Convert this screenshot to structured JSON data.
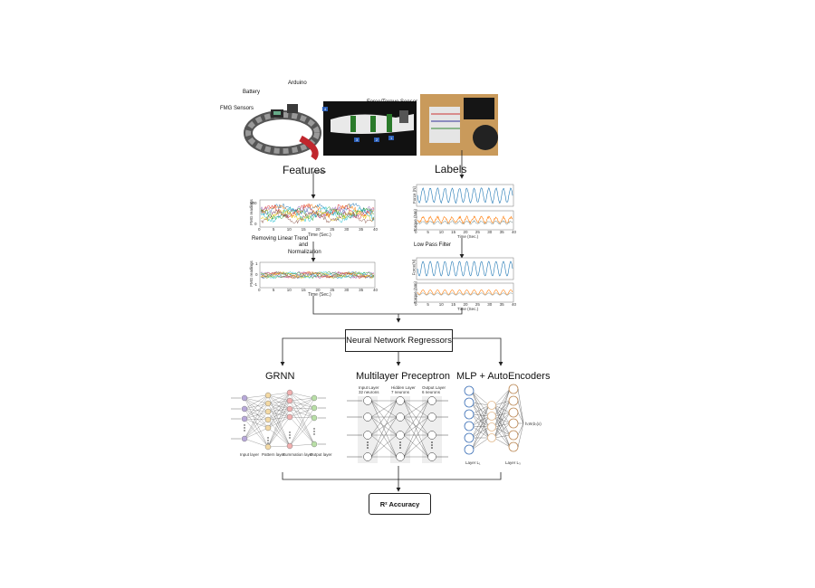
{
  "photos": {
    "band": {
      "labels": {
        "battery": "Battery",
        "arduino": "Arduino",
        "fmg": "FMG Sensors"
      }
    },
    "arm": {
      "labels": {
        "sensor": "Force/Torque Sensor"
      },
      "markers": [
        "4",
        "3",
        "2",
        "1"
      ]
    },
    "bench": {}
  },
  "stages": {
    "features": "Features",
    "labels": "Labels"
  },
  "plots": {
    "fmg_raw": {
      "ylabel": "FMG readings",
      "xlabel": "Time (Sec.)",
      "yticks": [
        "500",
        "0"
      ],
      "xticks": [
        "0",
        "5",
        "10",
        "15",
        "20",
        "25",
        "30",
        "35",
        "40"
      ]
    },
    "fmg_norm": {
      "ylabel": "FMG readings",
      "xlabel": "Time (Sec.)",
      "yticks": [
        "1",
        "0",
        "-1"
      ],
      "xticks": [
        "0",
        "5",
        "10",
        "15",
        "20",
        "25",
        "30",
        "35",
        "40"
      ]
    },
    "labels_raw": {
      "ylabel_top": "Force (N)",
      "ylabel_bottom": "Torque (Nm)",
      "xlabel": "Time (Sec.)",
      "xticks": [
        "0",
        "5",
        "10",
        "15",
        "20",
        "25",
        "30",
        "35",
        "40"
      ]
    },
    "labels_filtered": {
      "ylabel_top": "Force(N)",
      "ylabel_bottom": "Torque (Nm)",
      "xlabel": "Time (Sec.)",
      "xticks": [
        "0",
        "5",
        "10",
        "15",
        "20",
        "25",
        "30",
        "35",
        "40"
      ]
    }
  },
  "processing": {
    "detrend_line1": "Removing Linear Trend",
    "detrend_line2": "and",
    "detrend_line3": "Normalization",
    "low_pass": "Low Pass Filter"
  },
  "regressor_box": "Neural Network Regressors",
  "methods": {
    "grnn": {
      "title": "GRNN",
      "layers": [
        "Input layer",
        "Pattern layer",
        "Summation layer",
        "Output layer"
      ]
    },
    "mlp": {
      "title": "Multilayer Preceptron",
      "input_layer": "Input Layer",
      "input_neurons": "32 neurons",
      "hidden_layer": "Hidden Layer",
      "hidden_neurons": "7 neurons",
      "output_layer": "Output Layer",
      "output_neurons": "6 neurons"
    },
    "mlp_ae": {
      "title": "MLP + AutoEncoders",
      "layer_left": "Layer L₁",
      "layer_right": "Layer L₃",
      "output_label": "h₍W,b₎(x)"
    }
  },
  "result_box": "R² Accuracy",
  "colors": {
    "arrow": "#222222",
    "grnn_input": "#b8a9d9",
    "grnn_pattern": "#f3d9a4",
    "grnn_summation": "#f2b0b0",
    "grnn_output": "#b9dfa7",
    "ae_input": "#3b6fb6",
    "ae_hidden": "#e2b88a",
    "fmg_series": [
      "#1f77b4",
      "#ff7f0e",
      "#d62728",
      "#9467bd",
      "#2ca02c",
      "#17becf",
      "#e5c400",
      "#8c564b"
    ],
    "force_color": "#1f77b4",
    "torque_color": "#ff7f0e"
  }
}
